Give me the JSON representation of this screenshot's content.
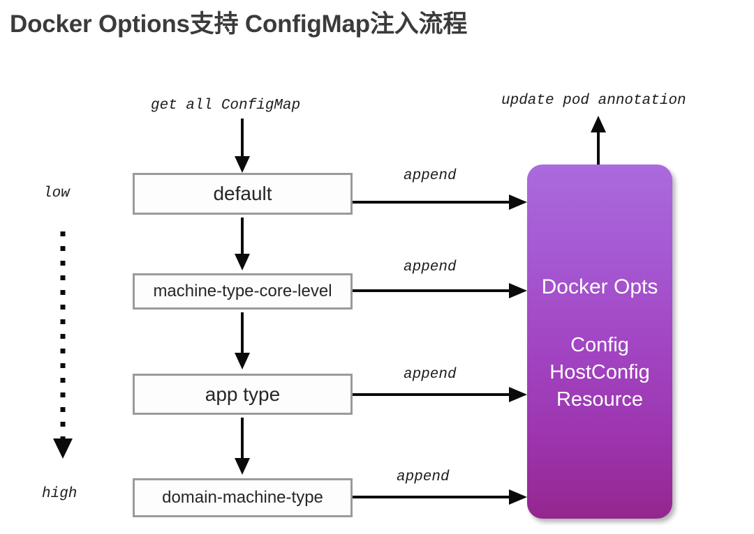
{
  "title": "Docker Options支持 ConfigMap注入流程",
  "annotations": {
    "source": "get all ConfigMap",
    "output": "update pod annotation",
    "priority_low": "low",
    "priority_high": "high"
  },
  "config_boxes": [
    {
      "label": "default",
      "append_label": "append"
    },
    {
      "label": "machine-type-core-level",
      "append_label": "append"
    },
    {
      "label": "app type",
      "append_label": "append"
    },
    {
      "label": "domain-machine-type",
      "append_label": "append"
    }
  ],
  "docker_opts": {
    "title": "Docker Opts",
    "fields": "Config\nHostConfig\nResource"
  },
  "colors": {
    "title_text": "#3b3b3b",
    "box_border": "#9a9a9a",
    "box_fill": "#fdfdfd",
    "panel_top": "#ab6ade",
    "panel_bottom": "#95268f",
    "panel_text": "#ffffff",
    "arrow": "#0b0b0b"
  }
}
